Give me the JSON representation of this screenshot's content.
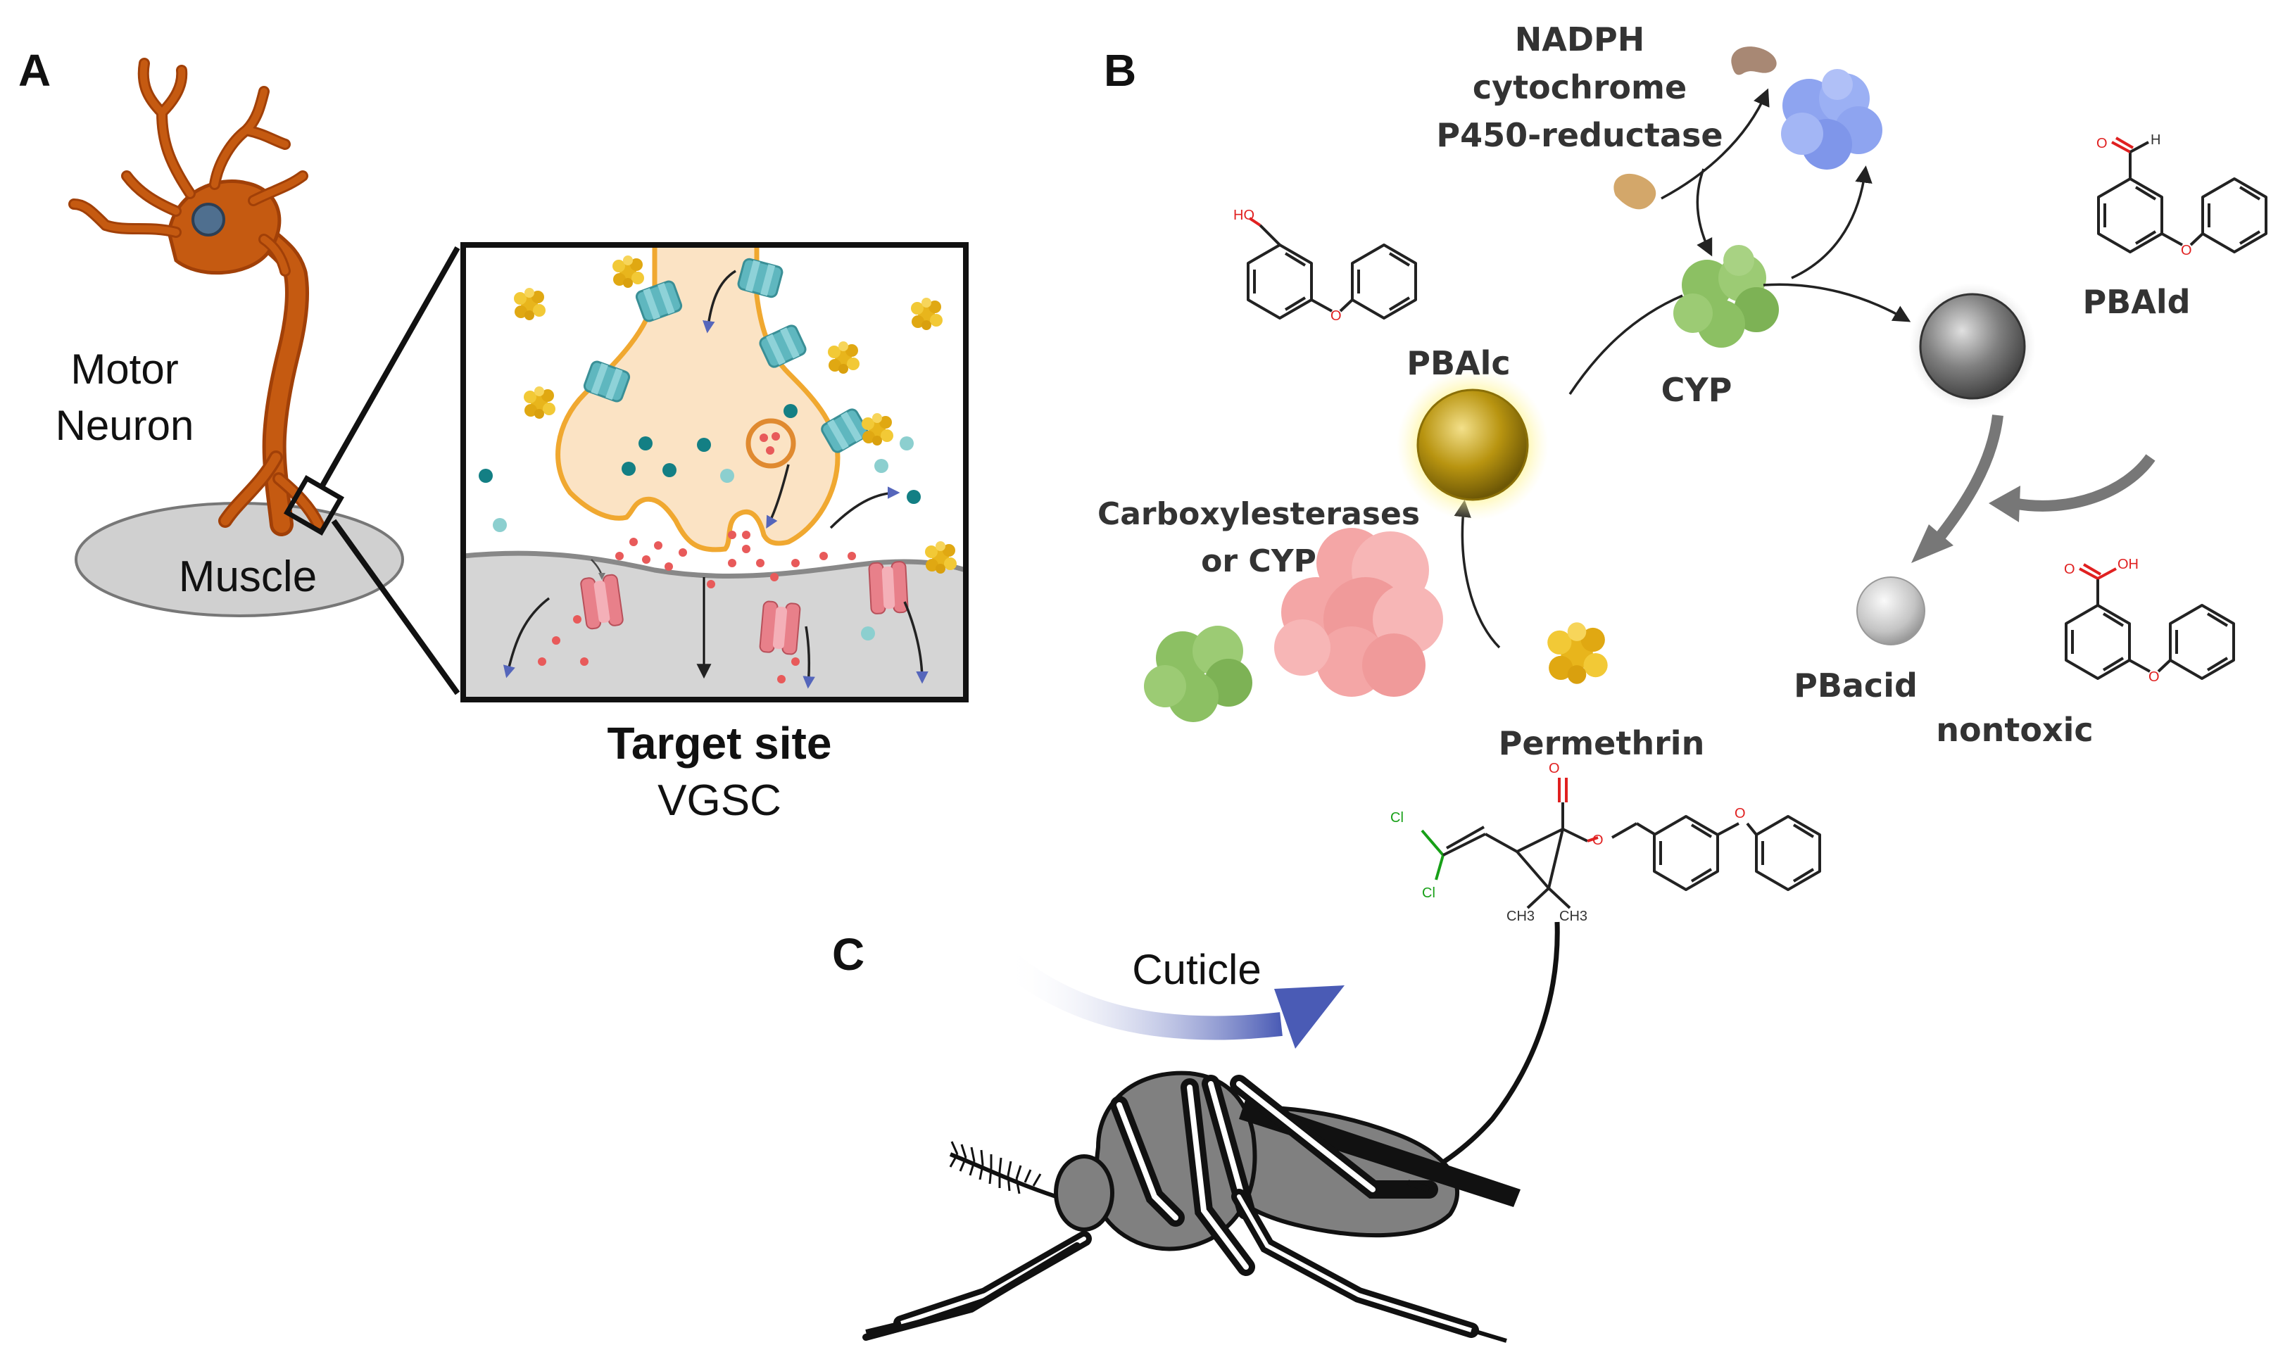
{
  "panels": {
    "a": "A",
    "b": "B",
    "c": "C"
  },
  "panel_a": {
    "neuron_label_line1": "Motor",
    "neuron_label_line2": "Neuron",
    "muscle_label": "Muscle",
    "target_title": "Target site",
    "target_subtitle": "VGSC"
  },
  "panel_b": {
    "nadph_line1": "NADPH",
    "nadph_line2": "cytochrome",
    "nadph_line3": "P450-reductase",
    "cyp": "CYP",
    "pbalc": "PBAlc",
    "pbald": "PBAld",
    "pbacid": "PBacid",
    "nontoxic": "nontoxic",
    "carbox_line1": "Carboxylesterases",
    "carbox_line2": "or CYP",
    "permethrin": "Permethrin",
    "atoms": {
      "ho": "HO",
      "o": "O",
      "h": "H",
      "oh": "OH",
      "cl": "Cl",
      "ch3": "CH3"
    }
  },
  "panel_c": {
    "cuticle": "Cuticle"
  },
  "colors": {
    "neuron": "#c55a11",
    "muscle": "#d0d0d0",
    "terminal": "#fbe3c4",
    "terminal_outline": "#f0a830",
    "channel": "#5fb7bf",
    "vgsc": "#e8808a",
    "cyp_green": "#8cc063",
    "reductase_blue": "#8ea4f0",
    "esterase_pink": "#f4a6a6",
    "permethrin_yellow": "#e8b51c",
    "pbalc_gold": "#b89410",
    "pbald_gray": "#808080",
    "cuticle_arrow": "#4a5bb5",
    "oxygen_red": "#e02020",
    "chlorine_green": "#18a018"
  }
}
